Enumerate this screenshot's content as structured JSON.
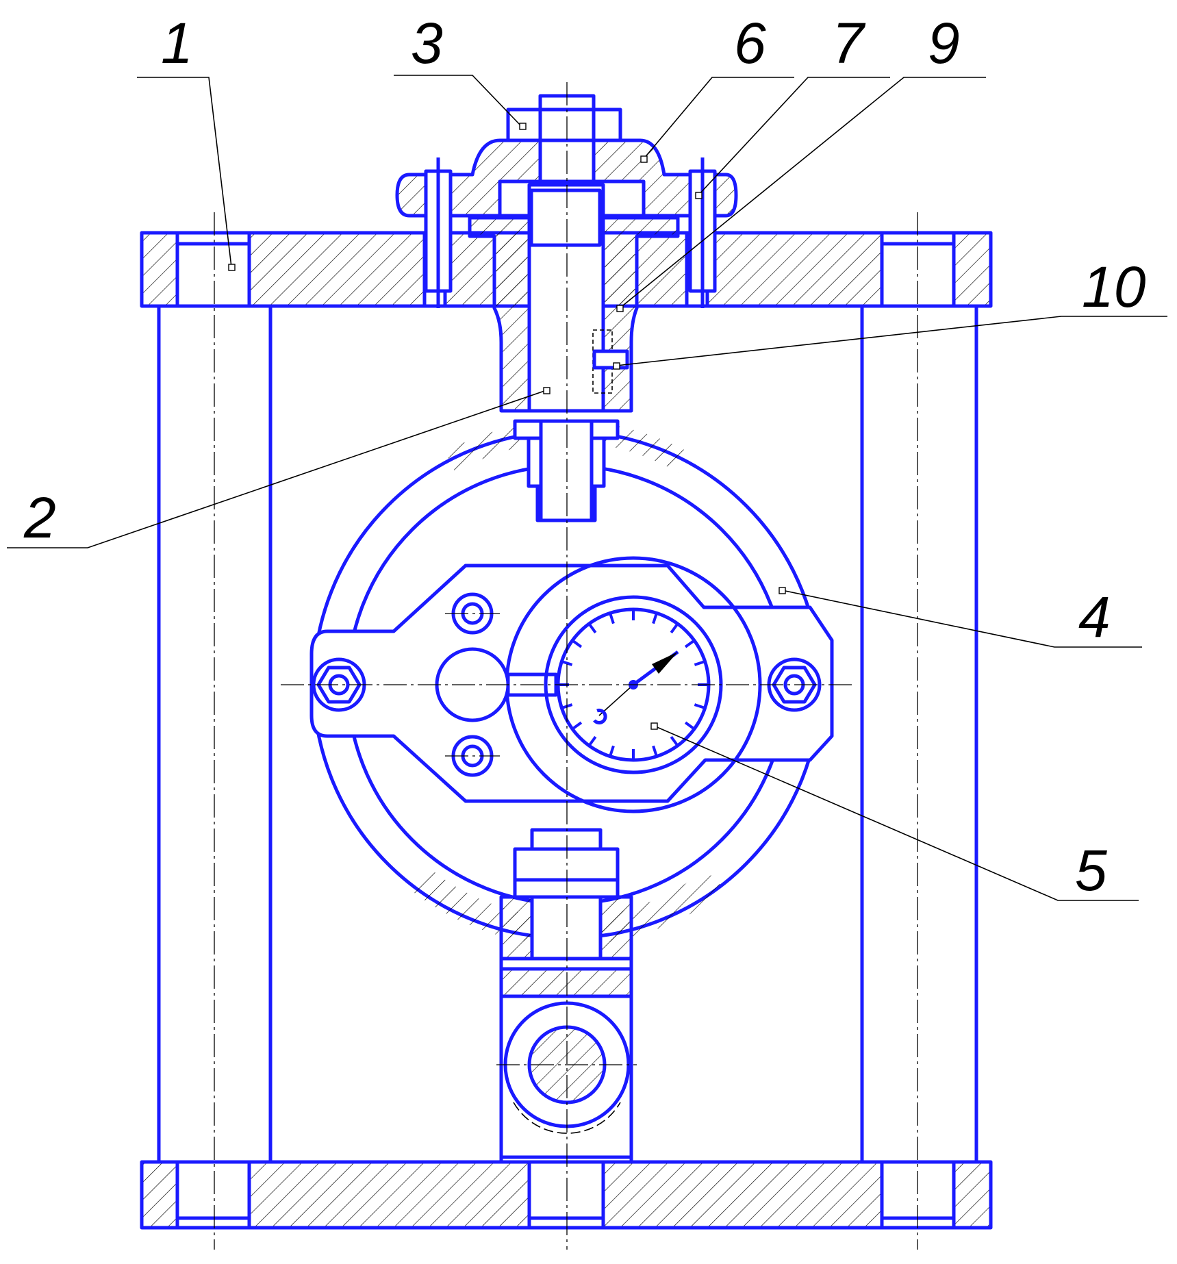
{
  "drawing": {
    "line_color": "#1a1aff",
    "leader_labels": [
      {
        "id": "1",
        "text": "1"
      },
      {
        "id": "2",
        "text": "2"
      },
      {
        "id": "3",
        "text": "3"
      },
      {
        "id": "4",
        "text": "4"
      },
      {
        "id": "5",
        "text": "5"
      },
      {
        "id": "6",
        "text": "6"
      },
      {
        "id": "7",
        "text": "7"
      },
      {
        "id": "9",
        "text": "9"
      },
      {
        "id": "10",
        "text": "10"
      }
    ]
  }
}
